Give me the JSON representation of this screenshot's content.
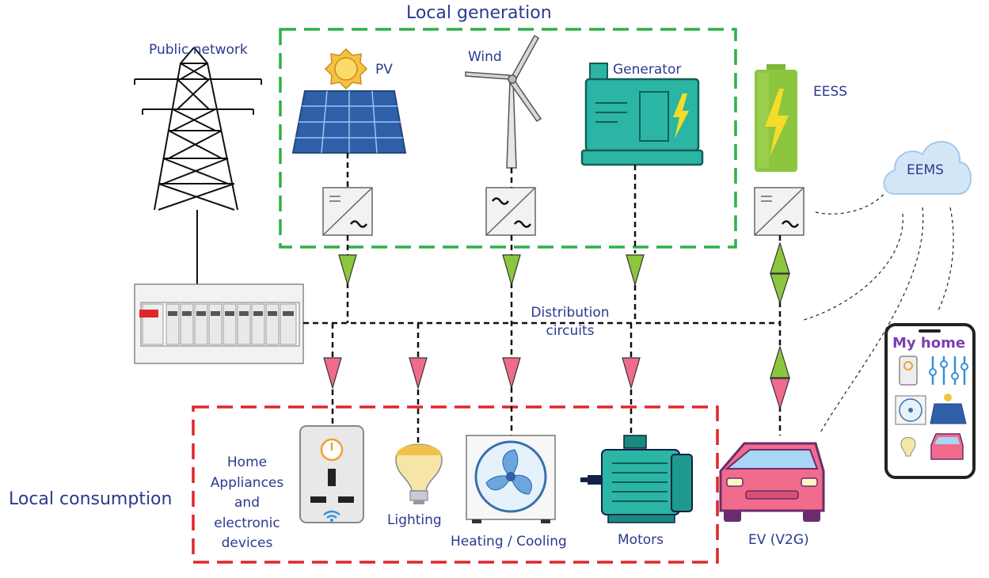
{
  "sections": {
    "generation": "Local generation",
    "consumption": "Local consumption"
  },
  "labels": {
    "public_network": "Public network",
    "pv": "PV",
    "wind": "Wind",
    "generator": "Generator",
    "eess": "EESS",
    "eems": "EEMS",
    "distribution_line1": "Distribution",
    "distribution_line2": "circuits",
    "home_appliances": [
      "Home",
      "Appliances",
      "and",
      "electronic",
      "devices"
    ],
    "lighting": "Lighting",
    "heating_cooling": "Heating / Cooling",
    "motors": "Motors",
    "ev": "EV (V2G)",
    "phone_title": "My home"
  },
  "colors": {
    "text": "#2b3a8f",
    "generation_box": "#2fb04a",
    "consumption_box": "#e0262b",
    "arrow_green": "#8cc63f",
    "arrow_pink": "#f06b8c",
    "teal": "#2bb5a5",
    "solar_blue": "#3f7fd6",
    "battery": "#8cc63f",
    "ev_pink": "#f06b8c",
    "cloud": "#d3e6f7"
  },
  "icons": [
    "transmission-tower-icon",
    "solar-panel-icon",
    "sun-icon",
    "wind-turbine-icon",
    "generator-icon",
    "battery-icon",
    "cloud-icon",
    "inverter-icon",
    "distribution-board-icon",
    "smart-plug-icon",
    "light-bulb-icon",
    "fan-icon",
    "motor-icon",
    "car-icon",
    "smartphone-icon"
  ]
}
